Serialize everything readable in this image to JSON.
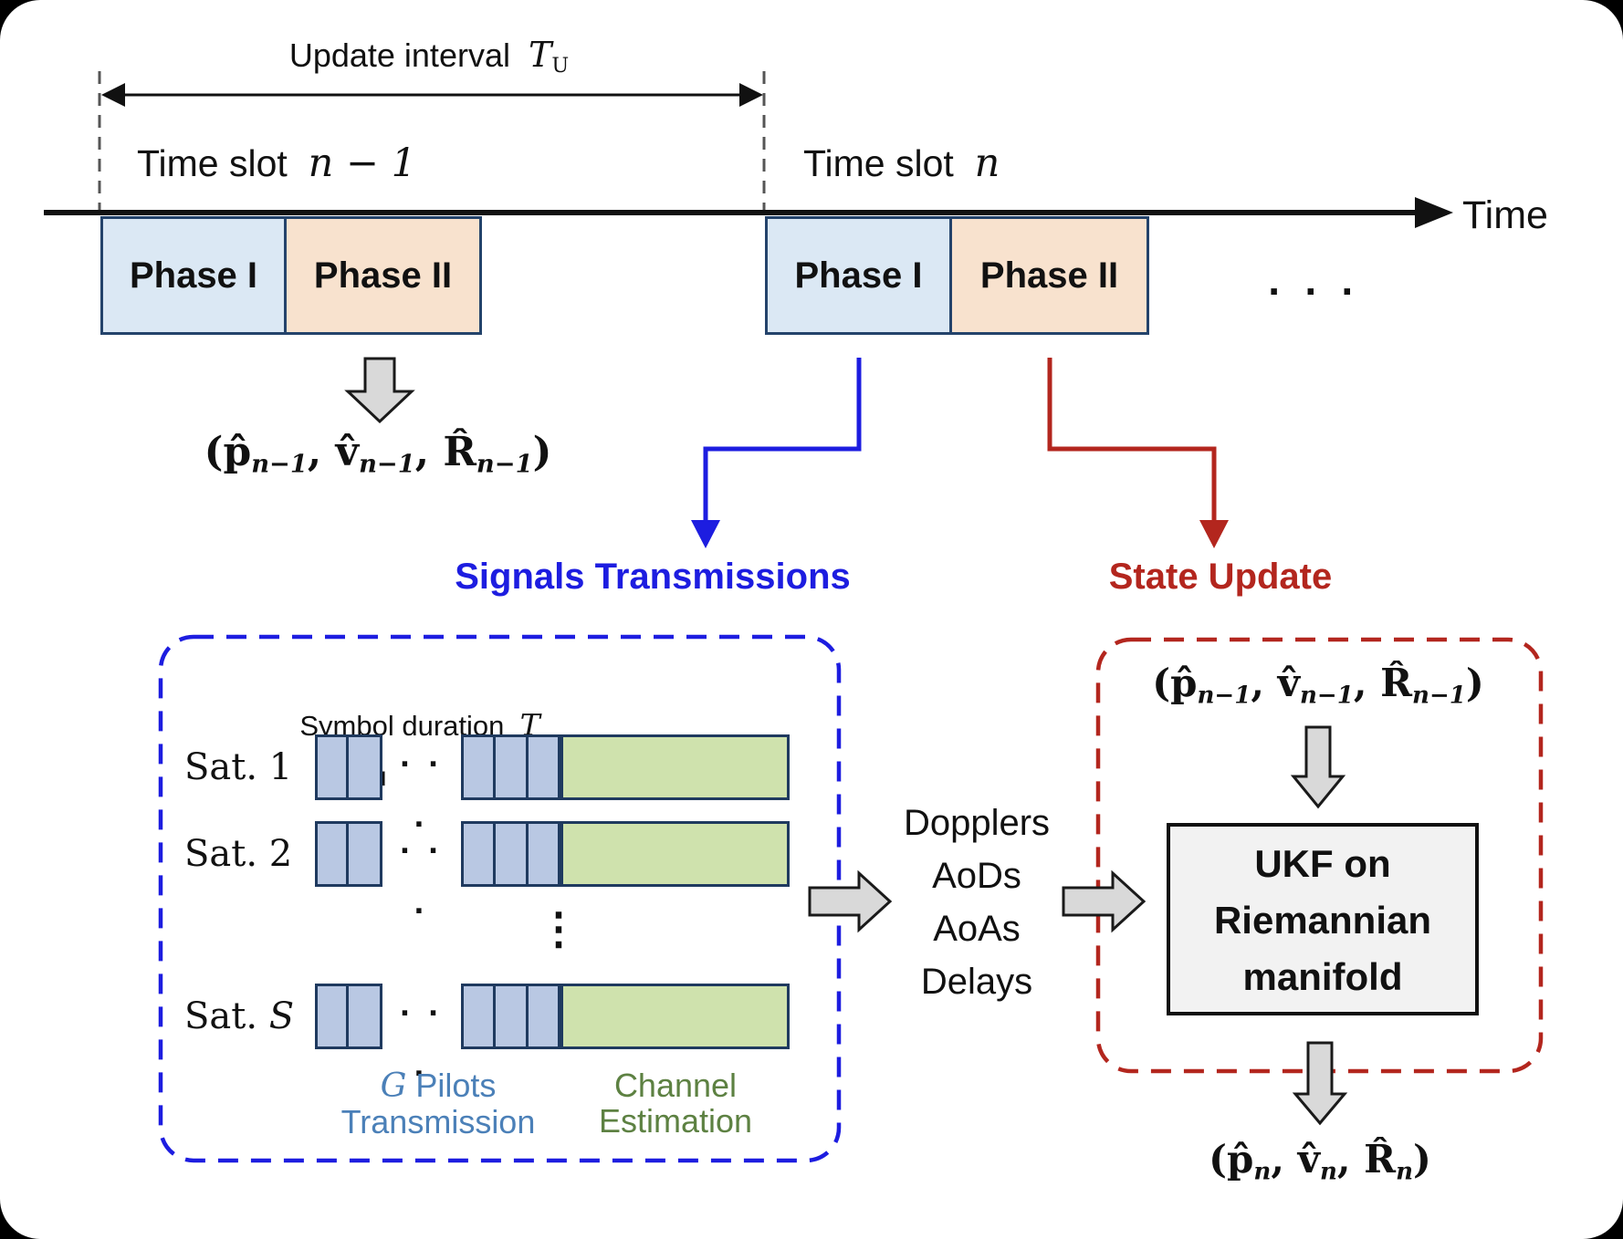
{
  "timeline": {
    "update_interval_label": "Update interval",
    "update_interval_symbol": "T",
    "update_interval_sub": "U",
    "slot_prev_label": "Time slot",
    "slot_prev_math": "n − 1",
    "slot_curr_label": "Time slot",
    "slot_curr_math": "n",
    "axis_label": "Time",
    "ellipsis": "· · ·",
    "phase1_label": "Phase I",
    "phase2_label": "Phase II"
  },
  "state_prev": {
    "open": "(",
    "p": "p̂",
    "v": "v̂",
    "R": "R̂",
    "sub": "n−1",
    "sep": ", ",
    "close": ")"
  },
  "state_curr": {
    "open": "(",
    "p": "p̂",
    "v": "v̂",
    "R": "R̂",
    "sub": "n",
    "sep": ", ",
    "close": ")"
  },
  "signals": {
    "heading": "Signals Transmissions",
    "symbol_duration_label": "Symbol duration",
    "symbol_duration_symbol": "T",
    "sats": [
      {
        "label": "Sat.",
        "idx": "1"
      },
      {
        "label": "Sat.",
        "idx": "2"
      },
      {
        "label": "Sat.",
        "idx": "S"
      }
    ],
    "dots_h": "· · ·",
    "dots_v": "⋮",
    "pilots_math": "G",
    "pilots_text": " Pilots",
    "pilots_line2": "Transmission",
    "channel_line1": "Channel",
    "channel_line2": "Estimation"
  },
  "measurements": [
    "Dopplers",
    "AoDs",
    "AoAs",
    "Delays"
  ],
  "update": {
    "heading": "State Update",
    "ukf_line1": "UKF on",
    "ukf_line2": "Riemannian",
    "ukf_line3": "manifold"
  },
  "colors": {
    "signals_accent": "#1d1de0",
    "update_accent": "#b3261e",
    "pilots_text": "#4b80b8",
    "channel_text": "#5d8142",
    "phase1_fill": "#dbe8f4",
    "phase2_fill": "#f8e2ce",
    "pilot_cell_fill": "#b9c8e3",
    "channel_bar_fill": "#cfe2ad",
    "block_arrow_fill": "#d9d9d9",
    "ukf_box_fill": "#f2f2f2"
  }
}
